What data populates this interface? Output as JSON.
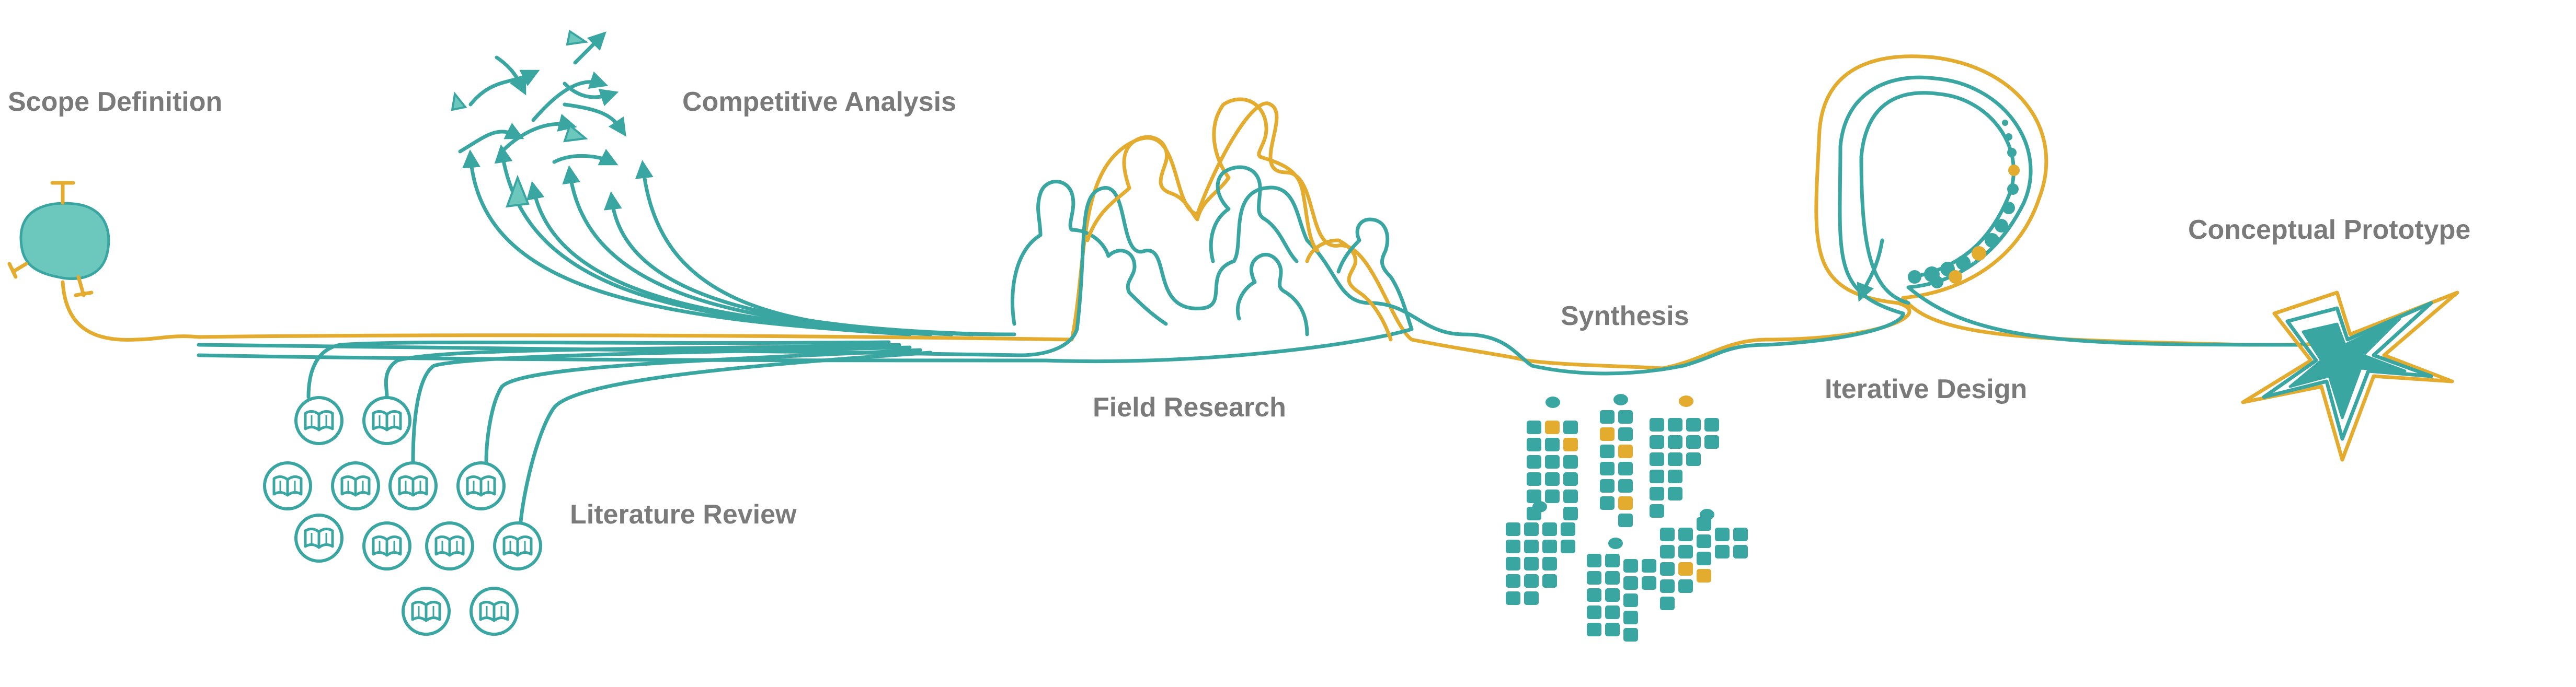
{
  "colors": {
    "teal": "#3aa6a2",
    "teal_fill": "#6cc7bd",
    "gold": "#e3ac2f",
    "label": "#7a7a7a"
  },
  "stages": {
    "scope_definition": "Scope Definition",
    "competitive_analysis": "Competitive Analysis",
    "literature_review": "Literature Review",
    "field_research": "Field Research",
    "synthesis": "Synthesis",
    "iterative_design": "Iterative Design",
    "conceptual_prototype": "Conceptual Prototype"
  },
  "icons": {
    "scope": "seed-blob-icon",
    "competitive": "arrow-cluster-icon",
    "literature": "book-icon",
    "field": "people-silhouette-icon",
    "synthesis": "sticky-note-grid-icon",
    "iterative": "loop-icon",
    "prototype": "star-icon"
  }
}
